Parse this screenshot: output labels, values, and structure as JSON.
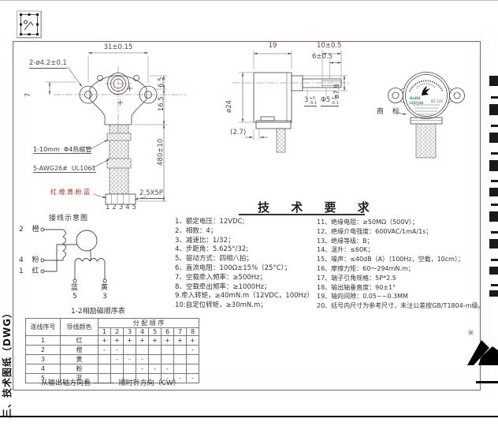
{
  "page": {
    "section_title": "三、技术图纸（DWG）"
  },
  "front_view": {
    "dim_width": "31±0.15",
    "holes_note": "2-ø4.2±0.1",
    "dim_offset": "7",
    "dim_upper": "6.5",
    "dim_lower": "16.5",
    "dim_wire_length": "480±10",
    "note_heatshrink": "1-10mm  Φ4热缩管",
    "note_wire": "5-AWG26#  UL1061",
    "wire_colors": "红.橙.黄.粉.蓝",
    "pin_numbers": "12345",
    "connector": "2.5X5P"
  },
  "side_view": {
    "dim_body": "19",
    "dim_shaft": "10±0.5",
    "dim_flat": "6±0.5",
    "dim_dia_body": "ø24",
    "dim_dia_boss": "ø7.8",
    "tol_flat": {
      "main": "3",
      "plus": "+0",
      "minus": "-0.1"
    },
    "tol_shaft": {
      "main": "Φ5",
      "plus": "+0",
      "minus": "-0.1"
    },
    "dim_ref": "(2.7)"
  },
  "trademark_view": {
    "label": "商 标",
    "sticker_rohs": "RoHS",
    "sticker_model": "24BYJ48",
    "sticker_voltage": "DC 12V"
  },
  "tech_requirements": {
    "title": "技 术 要 求",
    "left": [
      "1、额定电压：12VDC;",
      "2、相数：4；",
      "3、减速比：1/32；",
      "4、步距角：5.625°/32;",
      "5、驱动方式：四相八拍；",
      "6、直流电阻：100Ω±15%（25°C）；",
      "7、空载牵入频率：≥500Hz；",
      "8、空载牵出频率：≥1000Hz；",
      "9.牵入转矩，≥40mN.m（12VDC，100Hz）",
      "10:自定位转矩，≥30mN.m；"
    ],
    "right": [
      "11、绝缘电阻：≥50MΩ（500V）；",
      "12、绝缘介电强度：600VAC/1mA/1s；",
      "13、绝缘等级：B；",
      "14、温升：≤60K；",
      "15、噪声：≤40dB（A）（100Hz，空载，10cm）；",
      "16、摩擦力矩：60～294mN.m；",
      "17、端子引角规格：5P*2.5",
      "18、输出轴垂直度：90±1°",
      "19、轴向间隙：0.05~~0.3MM",
      "20、括号内尺寸为参考尺寸，未注公差按GB/T1804-m级。"
    ]
  },
  "wiring": {
    "title": "接线示意图",
    "t2": "2 橙",
    "t4": "4 粉",
    "t1": "1 红",
    "blue": "蓝",
    "blue_num": "5",
    "yellow": "黄",
    "yellow_num": "3"
  },
  "sequence_table": {
    "title": "1-2相励磁顺序表",
    "col_wire": "连线序号",
    "col_color": "导线颜色",
    "col_order": "分 配 顺 序",
    "steps": [
      "1",
      "2",
      "3",
      "4",
      "5",
      "6",
      "7",
      "8"
    ],
    "rows": [
      {
        "num": "1",
        "color": "红",
        "m": [
          "+",
          "+",
          "+",
          "+",
          "+",
          "+",
          "+",
          "+"
        ]
      },
      {
        "num": "2",
        "color": "橙",
        "m": [
          "-",
          "-",
          "",
          "",
          "",
          "",
          "",
          "-"
        ]
      },
      {
        "num": "3",
        "color": "黄",
        "m": [
          "",
          "-",
          "-",
          "-",
          "",
          "",
          "",
          ""
        ]
      },
      {
        "num": "4",
        "color": "粉",
        "m": [
          "",
          "",
          "",
          "-",
          "-",
          "-",
          "",
          ""
        ]
      },
      {
        "num": "5",
        "color": "蓝",
        "m": [
          "",
          "",
          "",
          "",
          "",
          "-",
          "-",
          "-"
        ]
      }
    ],
    "footer": "从输出轴方向看 ———  顺时针方向（CW）"
  }
}
